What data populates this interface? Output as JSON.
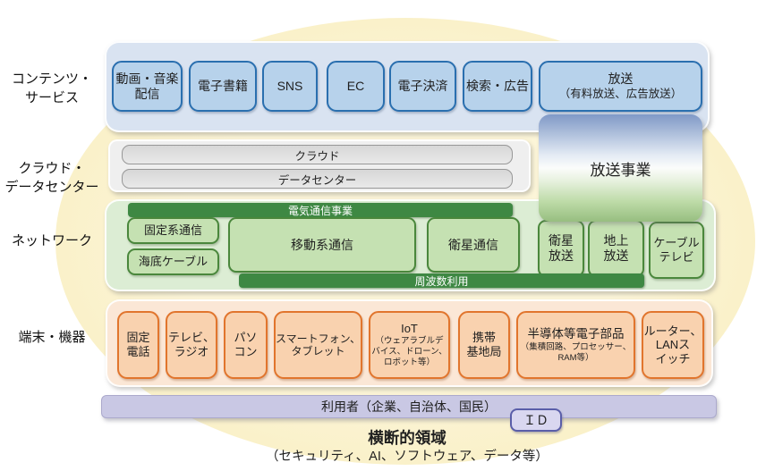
{
  "side_labels": {
    "contents": "コンテンツ・\nサービス",
    "cloud": "クラウド・\nデータセンター",
    "network": "ネットワーク",
    "devices": "端末・機器"
  },
  "content_layer": {
    "boxes": [
      "動画・音楽\n配信",
      "電子書籍",
      "SNS",
      "EC",
      "電子決済",
      "検索・広告"
    ],
    "broadcast": {
      "title": "放送",
      "subtitle": "（有料放送、広告放送）"
    }
  },
  "cloud_layer": {
    "bars": [
      "クラウド",
      "データセンター"
    ]
  },
  "broadcast_business": {
    "label": "放送事業"
  },
  "network_layer": {
    "telecom_band": "電気通信事業",
    "spectrum_band": "周波数利用",
    "fixed": "固定系通信",
    "submarine": "海底ケーブル",
    "mobile": "移動系通信",
    "satellite": "衛星通信",
    "sat_broadcast": "衛星\n放送",
    "terrestrial": "地上\n放送",
    "cable_tv": "ケーブル\nテレビ"
  },
  "device_layer": {
    "boxes": [
      {
        "title": "固定\n電話"
      },
      {
        "title": "テレビ、\nラジオ"
      },
      {
        "title": "パソ\nコン"
      },
      {
        "title": "スマートフォン、\nタブレット"
      },
      {
        "title": "IoT",
        "subtitle": "（ウェアラブルデ\nバイス、ドローン、\nロボット等）"
      },
      {
        "title": "携帯\n基地局"
      },
      {
        "title": "半導体等電子部品",
        "subtitle": "（集積回路、プロセッサー、\nRAM等）"
      },
      {
        "title": "ルーター、\nLANス\nイッチ"
      }
    ]
  },
  "users": {
    "label": "利用者（企業、自治体、国民）",
    "id_badge": "ＩＤ"
  },
  "cross_domain": {
    "title": "横断的領域",
    "subtitle": "（セキュリティ、AI、ソフトウェア、データ等）"
  },
  "colors": {
    "ellipse": "#F8ECB8",
    "blue_container": "#D9E3F1",
    "blue_box_fill": "#B7D2EB",
    "blue_box_border": "#2A6FAF",
    "gray_bar_fill": "#DDDDDD",
    "green_container": "#DCEDD4",
    "green_box_fill": "#C5E1B2",
    "green_box_border": "#4A873C",
    "dark_green_band": "#3E8843",
    "orange_container": "#FBE7D6",
    "orange_box_fill": "#F9D2AF",
    "orange_box_border": "#E1752D",
    "users_bar": "#C9C8E4",
    "id_border": "#5A5EA9"
  }
}
